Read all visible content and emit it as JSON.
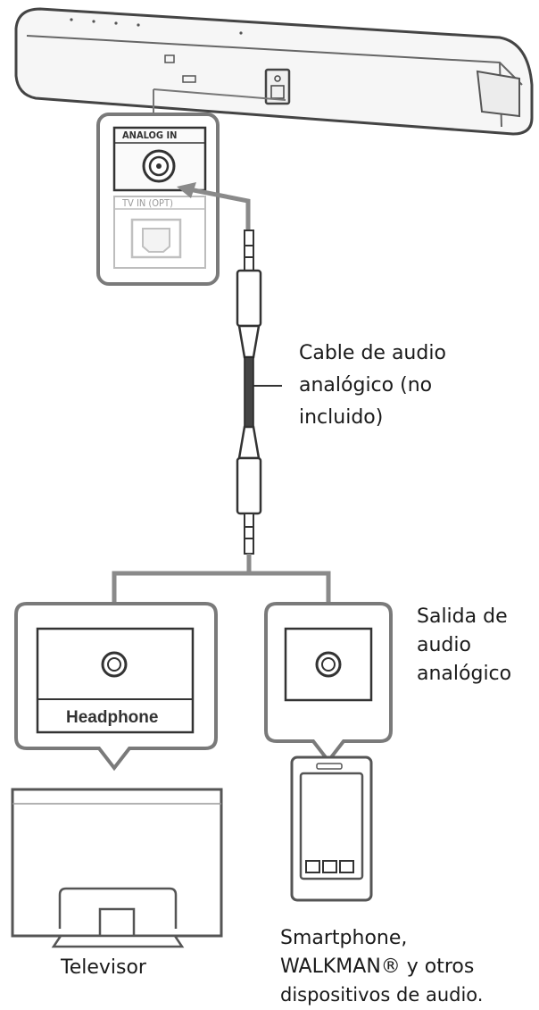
{
  "labels": {
    "analog_in": "ANALOG IN",
    "tv_in": "TV IN (OPT)",
    "cable_line1": "Cable de audio",
    "cable_line2": "analógico (no",
    "cable_line3": "incluido)",
    "output_line1": "Salida de",
    "output_line2": "audio",
    "output_line3": "analógico",
    "headphone": "Headphone",
    "tv_caption": "Televisor",
    "device_line1": "Smartphone,",
    "device_line2": "WALKMAN® y otros",
    "device_line3": "dispositivos de audio."
  },
  "colors": {
    "outline": "#555555",
    "panel_stroke": "#808080",
    "cable": "#8a8a8a",
    "light_fill": "#e8e8e8"
  }
}
